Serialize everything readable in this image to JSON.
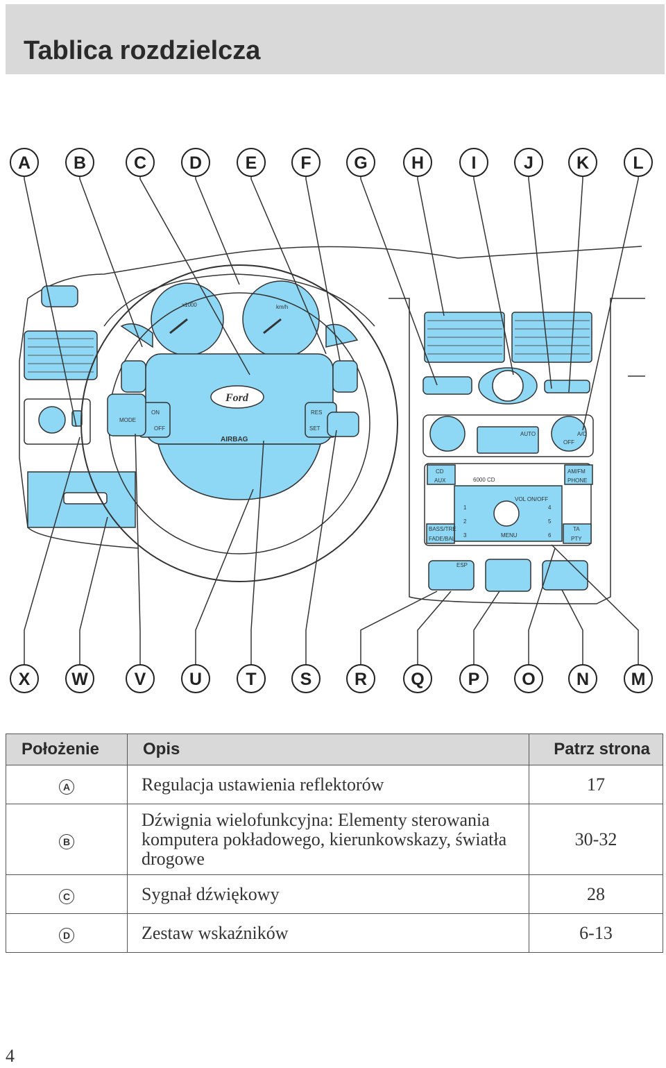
{
  "title": "Tablica rozdzielcza",
  "top_labels": [
    "A",
    "B",
    "C",
    "D",
    "E",
    "F",
    "G",
    "H",
    "I",
    "J",
    "K",
    "L"
  ],
  "bottom_labels": [
    "X",
    "W",
    "V",
    "U",
    "T",
    "S",
    "R",
    "Q",
    "P",
    "O",
    "N",
    "M"
  ],
  "diagram_text": {
    "tacho_unit": "x1000",
    "speed_unit": "km/h",
    "ford": "Ford",
    "airbag": "AIRBAG",
    "on": "ON",
    "off": "OFF",
    "res": "RES",
    "set": "SET",
    "mode": "MODE",
    "cd": "CD",
    "aux": "AUX",
    "am_fm": "AM/FM",
    "phone": "PHONE",
    "radio_model": "6000 CD",
    "vol": "VOL ON/OFF",
    "bass": "BASS/TRE",
    "fade": "FADE/BAL",
    "menu": "MENU",
    "ta": "TA",
    "pty": "PTY",
    "esp": "ESP",
    "auto": "AUTO",
    "ac": "A/C",
    "climate_off": "OFF",
    "presets": [
      "1",
      "2",
      "3",
      "4",
      "5",
      "6"
    ]
  },
  "table": {
    "headers": [
      "Położenie",
      "Opis",
      "Patrz strona"
    ],
    "rows": [
      {
        "pos": "A",
        "desc": "Regulacja ustawienia reflektorów",
        "page": "17"
      },
      {
        "pos": "B",
        "desc": "Dźwignia wielofunkcyjna: Elementy sterowania komputera pokładowego, kierunkowskazy, światła drogowe",
        "page": "30-32"
      },
      {
        "pos": "C",
        "desc": "Sygnał dźwiękowy",
        "page": "28"
      },
      {
        "pos": "D",
        "desc": "Zestaw wskaźników",
        "page": "6-13"
      }
    ]
  },
  "page_number": "4",
  "colors": {
    "accent": "#8ed8f5",
    "header_bg": "#d9d9d9",
    "line": "#333333"
  }
}
